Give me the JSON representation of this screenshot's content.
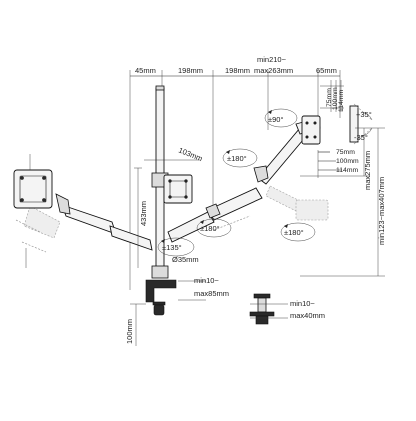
{
  "dimensions": {
    "top_45": "45mm",
    "top_198_a": "198mm",
    "top_198_b": "198mm",
    "min210_line1": "min210~",
    "min210_line2": "max263mm",
    "top_65": "65mm",
    "v75": "75mm",
    "v100": "100mm",
    "v114": "114mm",
    "h75": "75mm",
    "h100": "100mm",
    "h114": "114mm",
    "d103": "103mm",
    "h433": "433mm",
    "d35": "Ø35mm",
    "max275": "max275mm",
    "min123": "min123~max407mm",
    "h100_base": "100mm",
    "clamp_line1": "min10~",
    "clamp_line2": "max85mm",
    "grommet_line1": "min10~",
    "grommet_line2": "max40mm"
  },
  "angles": {
    "tilt_up": "+35°",
    "tilt_down": "-35°",
    "rotate_90": "±90°",
    "swivel_top": "±180°",
    "swivel_mid": "±180°",
    "swivel_right": "±180°",
    "base_135": "±135°"
  }
}
